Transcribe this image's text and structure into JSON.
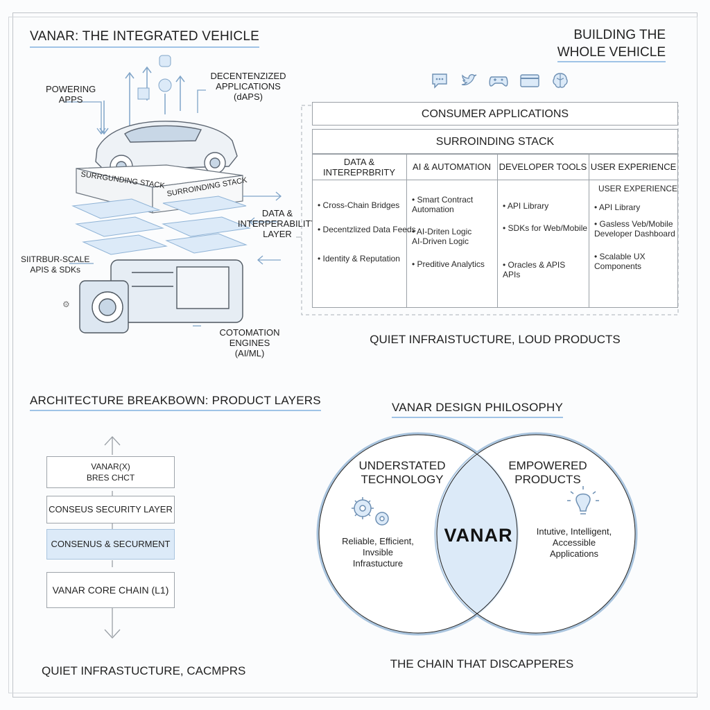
{
  "header": {
    "left_title": "VANAR: THE INTEGRATED VEHICLE",
    "right_title_line1": "BUILDING THE",
    "right_title_line2": "WHOLE VEHICLE"
  },
  "vehicle": {
    "powering_apps": "POWERING\nAPPS",
    "dapps": "DECENTENZIZED\nAPPLICATIONS\n(dAPS)",
    "slab_left": "SURRGUNDING STACK",
    "slab_right": "SURROINDING STACK",
    "data_layer": "DATA &\nINTERPERABILITY\nLAYER",
    "apis": "SIITRBUR-SCALE\nAPIS & SDKs",
    "engines": "COTOMATION ENGINES\n(AI/ML)"
  },
  "app_icons": [
    "chat-bubble-icon",
    "bird-icon",
    "gamepad-icon",
    "credit-card-icon",
    "brain-icon"
  ],
  "stack_table": {
    "consumer": "CONSUMER APPLICATIONS",
    "surrounding": "SURROINDING STACK",
    "columns": [
      {
        "header": "DATA & INTEREPRBRITY",
        "items": [
          "Cross-Chain Bridges",
          "Decentzlized Data Feeds",
          "Identity & Reputation"
        ]
      },
      {
        "header": "AI & AUTOMATION",
        "items": [
          "Smart Contract\nAutomation",
          "AI-Driten Logic\nAI-Driven Logic",
          "Preditive Analytics"
        ]
      },
      {
        "header": "DEVELOPER TOOLS",
        "items": [
          "API Library",
          "SDKs for Web/Mobile",
          "Oracles & APIS\nAPIs"
        ]
      },
      {
        "header": "USER EXPERIENCE",
        "subheader": "USER EXPERIENCE",
        "items": [
          "API Library",
          "Gasless Veb/Mobile\nDeveloper Dashboard",
          "Scalable UX\nComponents"
        ]
      }
    ],
    "caption": "QUIET INFRAISTUCTURE, LOUD PRODUCTS"
  },
  "architecture": {
    "title": "ARCHITECTURE BREAKBOWN: PRODUCT LAYERS",
    "layers": [
      "VANAR(X)\nBRES CHCT",
      "CONSEUS SECURITY LAYER",
      "CONSENUS & SECURMENT",
      "VANAR CORE CHAIN (L1)"
    ],
    "caption": "QUIET INFRASTUCTURE, CACMPRS"
  },
  "philosophy": {
    "title": "VANAR DESIGN PHILOSOPHY",
    "left_title": "UNDERSTATED\nTECHNOLOGY",
    "left_text": "Reliable, Efficient,\nInvsible\nInfrastucture",
    "center": "VANAR",
    "right_title": "EMPOWERED\nPRODUCTS",
    "right_text": "Intutive, Intelligent,\nAccessible\nApplications",
    "caption": "THE CHAIN THAT DISCAPPERES"
  },
  "colors": {
    "accent": "#9fc3e6",
    "fill": "#dceaf8",
    "line": "#9aa0a6"
  }
}
